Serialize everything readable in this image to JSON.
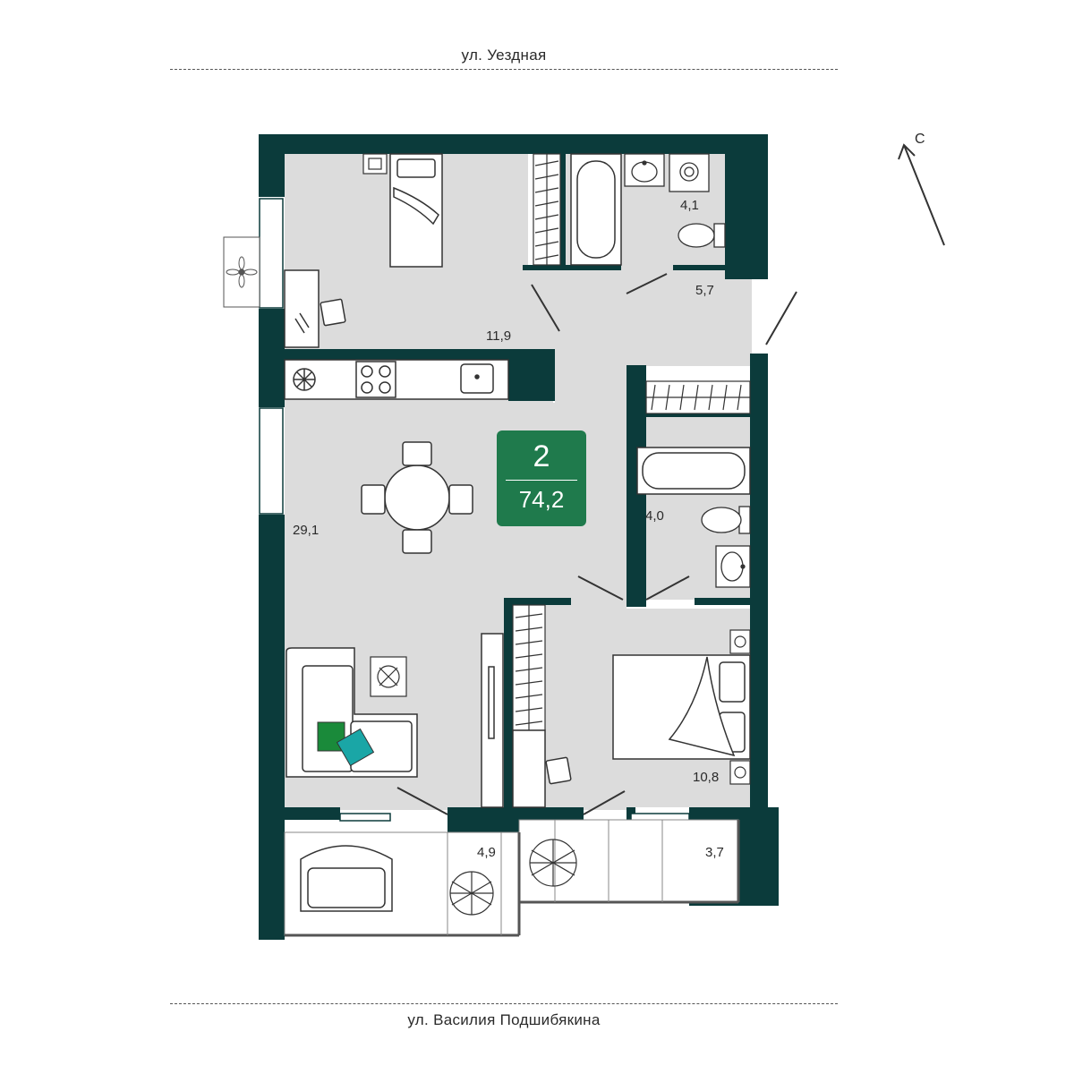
{
  "streets": {
    "top": "ул. Уездная",
    "bottom": "ул. Василия Подшибякина"
  },
  "compass": {
    "label": "С"
  },
  "apartment": {
    "rooms": "2",
    "total_area": "74,2"
  },
  "areas": {
    "bedroom_small": "11,9",
    "bathroom_top": "4,1",
    "hallway": "5,7",
    "kitchen_living": "29,1",
    "bathroom_right": "4,0",
    "bedroom_large": "10,8",
    "balcony_left": "4,9",
    "balcony_right": "3,7"
  },
  "colors": {
    "wall": "#0b3b3b",
    "floor": "#dcdcdc",
    "balcony_floor": "#ffffff",
    "accent": "#1f7a4c",
    "pillow_green": "#1a8a3a",
    "pillow_teal": "#1aa6a6"
  }
}
